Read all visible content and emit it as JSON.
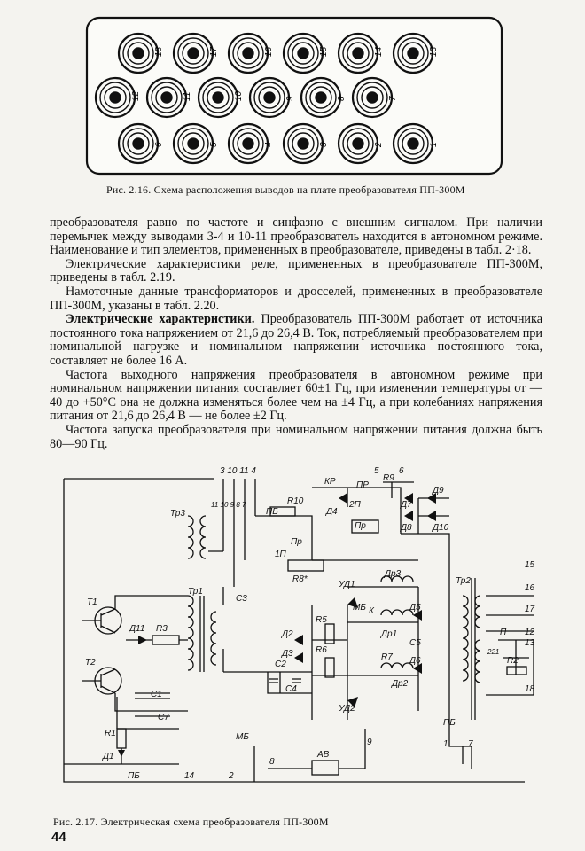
{
  "figure1": {
    "caption": "Рис. 2.16. Схема расположения выводов на плате преобразователя ПП-300М",
    "rows": [
      [
        "18",
        "17",
        "16",
        "15",
        "14",
        "13"
      ],
      [
        "12",
        "11",
        "10",
        "9",
        "8",
        "7"
      ],
      [
        "6",
        "5",
        "4",
        "3",
        "2",
        "1"
      ]
    ]
  },
  "text": {
    "p1": "преобразователя равно по частоте и синфазно с внешним сигналом. При наличии перемычек между выводами 3-4 и 10-11 преобразователь находится в автономном режиме. Наименование и тип элементов, примененных в преобразователе, приведены в табл. 2·18.",
    "p2": "Электрические характеристики реле, примененных в преобразователе ПП-300М, приведены в табл. 2.19.",
    "p3": "Намоточные данные трансформаторов и дросселей, примененных в преобразователе ПП-300М, указаны в табл. 2.20.",
    "p4_bold": "Электрические характеристики.",
    "p4": " Преобразователь ПП-300М работает от источника постоянного тока напряжением от 21,6 до 26,4 В. Ток, потребляемый преобразователем при номинальной нагрузке и номинальном напряжении источника постоянного тока, составляет не более 16 А.",
    "p5": "Частота выходного напряжения преобразователя в автономном режиме при номинальном напряжении питания составляет 60±1 Гц, при изменении температуры от —40 до +50°С она не должна изменяться более чем на ±4 Гц, а при колебаниях напряжения питания от 21,6 до 26,4 В — не более ±2 Гц.",
    "p6": "Частота запуска преобразователя при номинальном напряжении питания должна быть 80—90 Гц."
  },
  "figure2": {
    "caption": "Рис. 2.17. Электрическая схема преобразователя ПП-300М",
    "labels": {
      "top_terminals": "3  10 11  4",
      "t5": "5",
      "t6": "6",
      "kr": "КР",
      "pr": "ПР",
      "r9": "R9",
      "r10": "R10",
      "pb1": "ПБ",
      "d4": "Д4",
      "d7": "Д7",
      "d8": "Д8",
      "d9": "Д9",
      "d10": "Д10",
      "n2p": "2П",
      "tr3": "Тр3",
      "tr3_pins": "11 10 9 8 7",
      "pr2": "Пр",
      "n1p": "1П",
      "r8": "R8*",
      "t1": "Т1",
      "t2": "Т2",
      "tr1": "Тр1",
      "c3": "С3",
      "d11": "Д11",
      "r3": "R3",
      "ud1": "УД1",
      "ud2": "УД2",
      "mb": "МБ",
      "k": "К",
      "dr1": "Др1",
      "dr2": "Др2",
      "dr3": "Др3",
      "r5": "R5",
      "r6": "R6",
      "r7": "R7",
      "d2": "Д2",
      "d3": "Д3",
      "c2": "С2",
      "c4": "С4",
      "c5": "С5",
      "d5": "Д5",
      "d6": "Д6",
      "tr2": "Тр2",
      "p": "П",
      "n221": "221",
      "r2": "R2",
      "c1": "С1",
      "c7": "С7",
      "r1": "R1",
      "d1": "Д1",
      "pb_bottom": "ПБ",
      "n14": "14",
      "n2": "2",
      "mb2": "МБ",
      "n8": "8",
      "av": "АВ",
      "n9": "9",
      "pb_right": "ПБ",
      "n1": "1",
      "n7": "7",
      "out_pins": [
        "15",
        "16",
        "17",
        "18"
      ],
      "n12": "12",
      "n13": "13"
    }
  },
  "page_number": "44"
}
